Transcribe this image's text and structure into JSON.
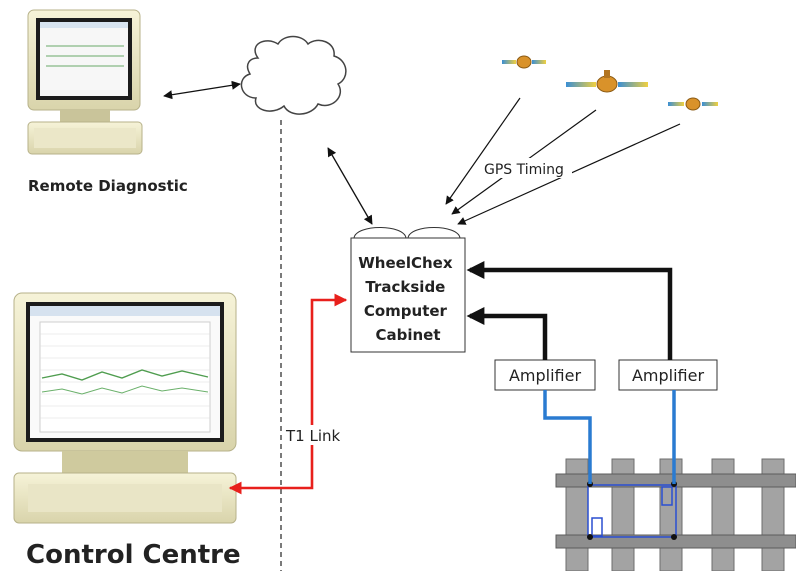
{
  "labels": {
    "remote_diagnostic": "Remote Diagnostic",
    "control_centre": "Control Centre",
    "gps_timing": "GPS Timing",
    "t1_link": "T1 Link",
    "amplifier_1": "Amplifier",
    "amplifier_2": "Amplifier",
    "cabinet_lines": [
      "WheelChex",
      "Trackside",
      "Computer",
      "Cabinet"
    ]
  },
  "icons": {
    "remote_computer": "computer-icon",
    "control_computer": "computer-icon",
    "network": "cloud-icon",
    "satellites": "satellite-icon",
    "track": "railway-track-icon"
  },
  "colors": {
    "t1_link": "#e8201c",
    "sensor_cable": "#2a7bd1",
    "data_link": "#111111",
    "sleeper": "#9a9a9a",
    "rail": "#8c8c8c"
  }
}
